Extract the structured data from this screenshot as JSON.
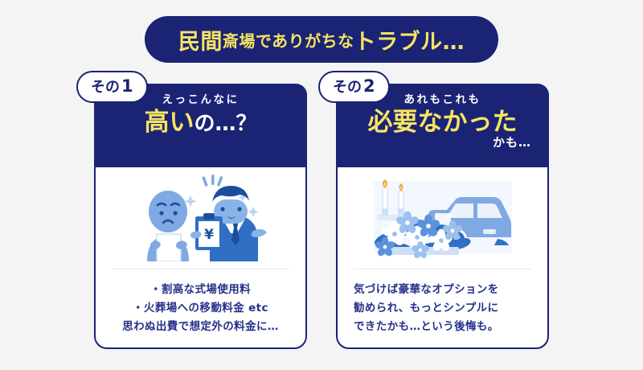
{
  "background_color": "#f4f4f4",
  "colors": {
    "navy": "#1b2375",
    "yellow": "#f5e463",
    "text_blue": "#26318a",
    "light_blue": "#7fa9e3",
    "pale_blue": "#bcd4f2",
    "flame": "#f2a03c"
  },
  "banner": {
    "part1": "民間",
    "part2": "斎場でありがちな",
    "part3": "トラブル…"
  },
  "cards": [
    {
      "badge_label": "その",
      "badge_number": "1",
      "head_small": "えっこんなに",
      "head_big_yellow": "高い",
      "head_big_white": "の…？",
      "head_tail": "",
      "illustration": "worried-person-and-salesman-illustration",
      "body_text": "・割高な式場使用料\n・火葬場への移動料金 etc\n思わぬ出費で想定外の料金に…",
      "body_align": "center"
    },
    {
      "badge_label": "その",
      "badge_number": "2",
      "head_small": "あれもこれも",
      "head_big_yellow": "必要なかった",
      "head_big_white": "",
      "head_tail": "かも…",
      "illustration": "candles-flowers-hearse-illustration",
      "body_text": "気づけば豪華なオプションを\n勧められ、もっとシンプルに\nできたかも…という後悔も。",
      "body_align": "left"
    }
  ]
}
